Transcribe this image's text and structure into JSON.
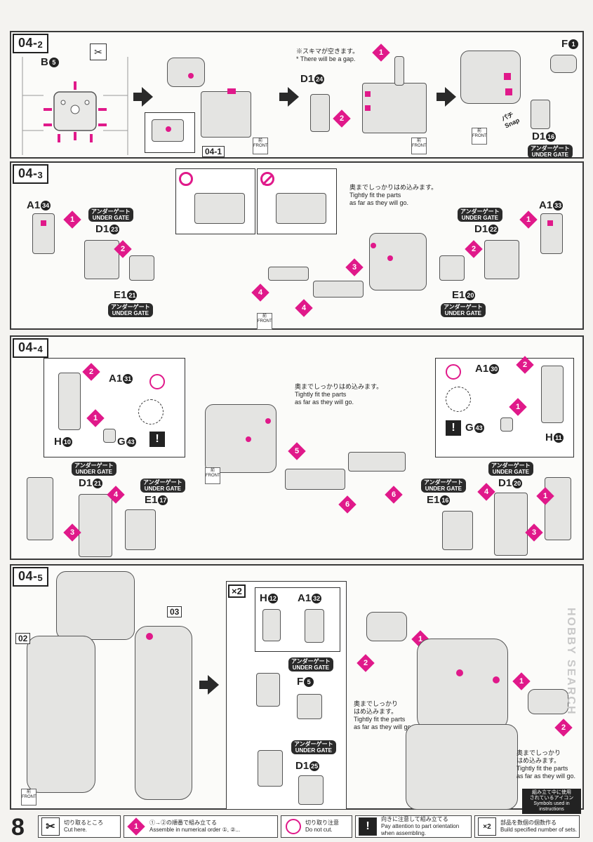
{
  "page_number": "8",
  "steps": {
    "s0402": {
      "id_main": "04",
      "id_sub": "2",
      "b_part": "B",
      "b_num": "5",
      "sub_ref": "04-1",
      "gap_jp": "※スキマが空きます。",
      "gap_en": "* There will be a gap.",
      "d1_num": "24",
      "f1_label": "F",
      "f1_num": "1",
      "d1b_num": "16",
      "snap_jp": "パチ",
      "snap_en": "Snap"
    },
    "s0403": {
      "id_main": "04",
      "id_sub": "3",
      "fit_jp": "奥までしっかりはめ込みます。",
      "fit_en1": "Tightly fit the parts",
      "fit_en2": "as far as they will go.",
      "a1_left": "34",
      "d1_left": "23",
      "e1_left": "21",
      "a1_right": "33",
      "d1_right": "22",
      "e1_right": "20"
    },
    "s0404": {
      "id_main": "04",
      "id_sub": "4",
      "fit_jp": "奥までしっかりはめ込みます。",
      "fit_en1": "Tightly fit the parts",
      "fit_en2": "as far as they will go.",
      "a1_left": "31",
      "h_left": "10",
      "g_left": "43",
      "d1_left": "21",
      "e1_left": "17",
      "a1_right": "30",
      "h_right": "11",
      "g_right": "43",
      "d1_right": "20",
      "e1_right": "16"
    },
    "s0405": {
      "id_main": "04",
      "id_sub": "5",
      "ref02": "02",
      "ref03": "03",
      "x2": "×2",
      "h_num": "12",
      "a1_num": "32",
      "f_num": "5",
      "d1_num": "25",
      "fit_jp1": "奥までしっかり",
      "fit_jp2": "はめ込みます。",
      "fit_en1": "Tightly fit the parts",
      "fit_en2": "as far as they will go."
    }
  },
  "labels": {
    "under_gate_jp": "アンダーゲート",
    "under_gate_en": "UNDER GATE",
    "front_jp": "前",
    "front_en": "FRONT",
    "A1": "A1",
    "D1": "D1",
    "E1": "E1",
    "H": "H",
    "G": "G",
    "F": "F"
  },
  "footer": {
    "cut_jp": "切り取るところ",
    "cut_en": "Cut here.",
    "order_jp": "①→②の順番で組み立てる",
    "order_en": "Assemble in numerical order ①, ②...",
    "nocut_jp": "切り取り注意",
    "nocut_en": "Do not cut.",
    "orient_jp": "向きに注意して組み立てる",
    "orient_en1": "Pay attention to part orientation",
    "orient_en2": "when assembling.",
    "multi_jp": "部品を数個の個数作る",
    "multi_en": "Build specified number of sets.",
    "symbols_jp1": "組み立て中に使用",
    "symbols_jp2": "されているアイコン",
    "symbols_en": "Symbols used in instructions"
  },
  "watermark": "HOBBY SEARCH",
  "colors": {
    "accent": "#e0198a",
    "frame": "#3a3a3a"
  }
}
